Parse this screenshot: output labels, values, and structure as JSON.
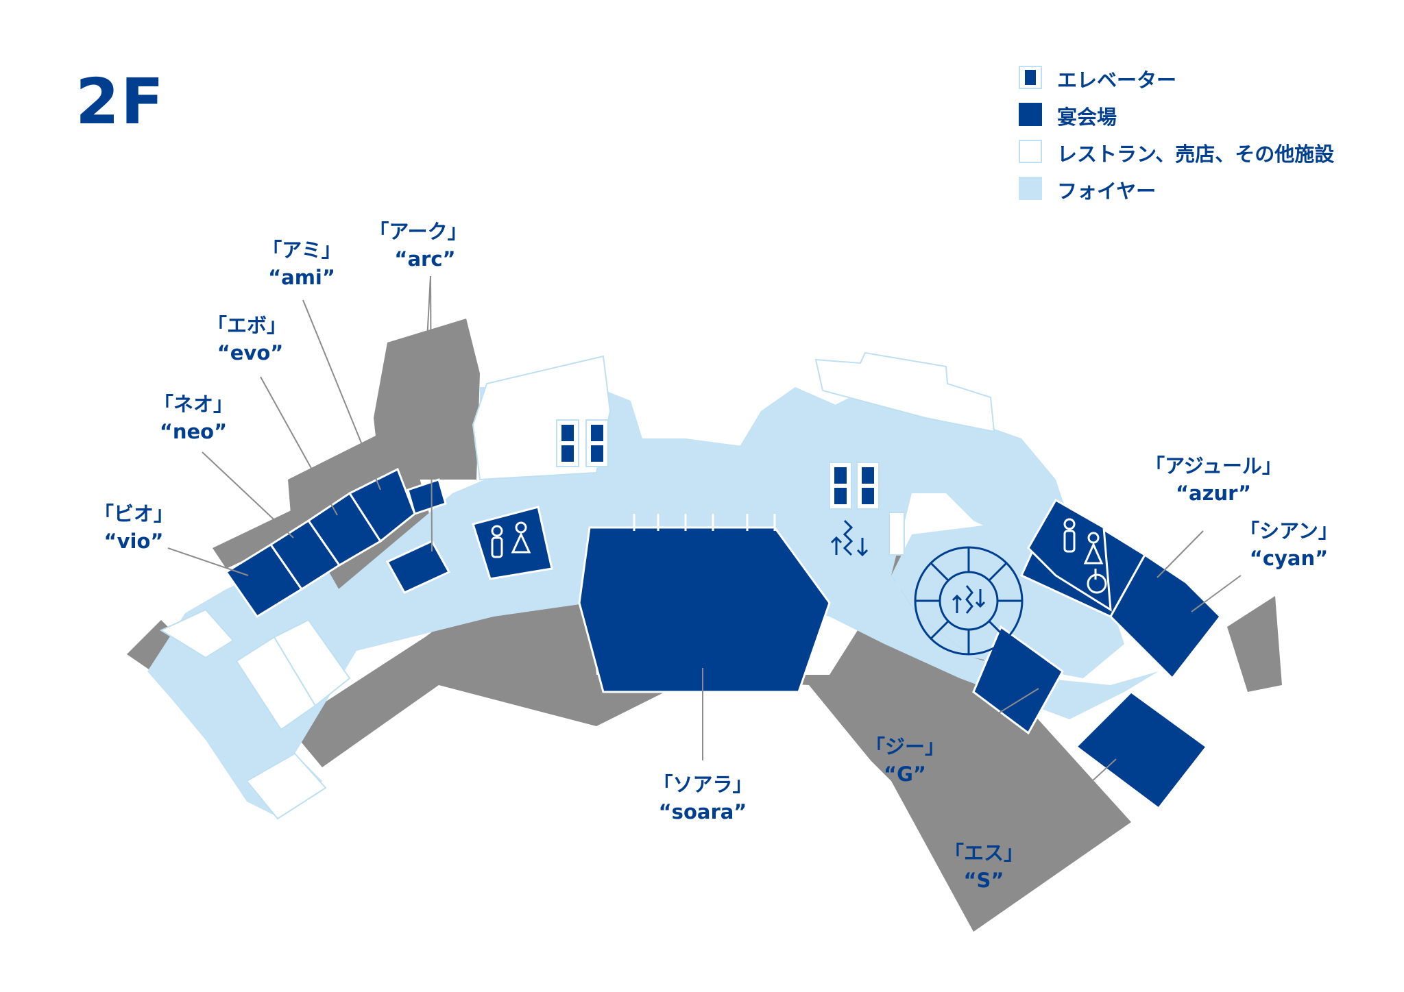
{
  "floor": "2F",
  "legend": [
    {
      "icon": "elevator-icon",
      "label": "エレベーター"
    },
    {
      "icon": "banquet-swatch",
      "label": "宴会場"
    },
    {
      "icon": "facility-swatch",
      "label": "レストラン、売店、その他施設"
    },
    {
      "icon": "foyer-swatch",
      "label": "フォイヤー"
    }
  ],
  "colors": {
    "banquet": "#003f8f",
    "foyer": "#c5e3f4",
    "service": "#8c8c8c",
    "facility": "#ffffff",
    "leader": "#8c8c8c"
  },
  "halls": {
    "arc": {
      "jp": "「アーク」",
      "en": "“arc”"
    },
    "ami": {
      "jp": "「アミ」",
      "en": "“ami”"
    },
    "evo": {
      "jp": "「エボ」",
      "en": "“evo”"
    },
    "neo": {
      "jp": "「ネオ」",
      "en": "“neo”"
    },
    "vio": {
      "jp": "「ビオ」",
      "en": "“vio”"
    },
    "soara": {
      "jp": "「ソアラ」",
      "en": "“soara”"
    },
    "azur": {
      "jp": "「アジュール」",
      "en": "“azur”"
    },
    "cyan": {
      "jp": "「シアン」",
      "en": "“cyan”"
    },
    "g": {
      "jp": "「ジー」",
      "en": "“G”"
    },
    "s": {
      "jp": "「エス」",
      "en": "“S”"
    }
  },
  "icons": [
    "elevator-icon",
    "restroom-icon",
    "escalator-icon",
    "spiral-staircase-icon",
    "accessible-restroom-icon"
  ]
}
